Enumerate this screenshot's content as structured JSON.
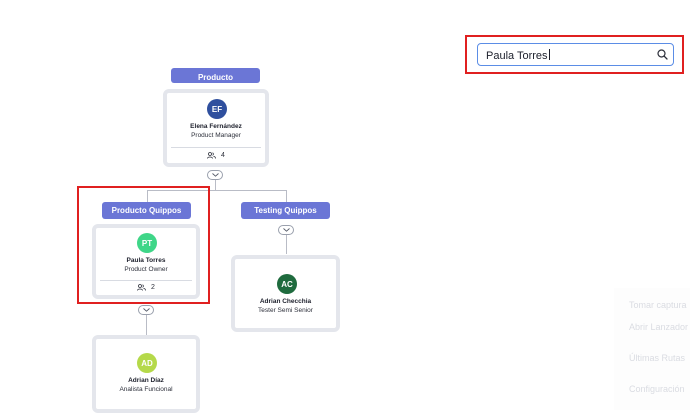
{
  "search": {
    "value": "Paula Torres"
  },
  "org_chart": {
    "top_department": "Producto",
    "top_person": {
      "initials": "EF",
      "name": "Elena Fernández",
      "role": "Product Manager",
      "reports": "4"
    },
    "departments": [
      {
        "label": "Producto Quippos",
        "person": {
          "initials": "PT",
          "name": "Paula Torres",
          "role": "Product Owner",
          "reports": "2"
        },
        "child": {
          "initials": "AD",
          "name": "Adrian Díaz",
          "role": "Analista Funcional"
        }
      },
      {
        "label": "Testing Quippos",
        "person": {
          "initials": "AC",
          "name": "Adrian Checchia",
          "role": "Tester Semi Senior"
        }
      }
    ]
  },
  "context_menu": {
    "items": [
      "Tomar captura",
      "Abrir Lanzador",
      "Últimas Rutas",
      "Configuración"
    ]
  },
  "colors": {
    "department_badge": "#6b76d6",
    "avatar_ef": "#2f4f9e",
    "avatar_pt": "#3fd688",
    "avatar_ac": "#1f6b3e",
    "avatar_ad": "#b5d94a",
    "highlight": "#e02020",
    "search_border": "#5b8de6"
  }
}
